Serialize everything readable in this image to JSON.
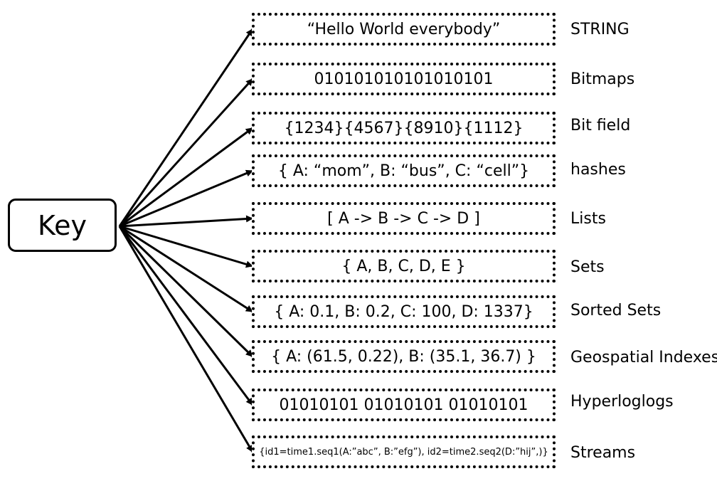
{
  "key": {
    "label": "Key"
  },
  "rows": [
    {
      "value": "“Hello World everybody”",
      "type": "STRING"
    },
    {
      "value": "010101010101010101",
      "type": "Bitmaps"
    },
    {
      "value": "{1234}{4567}{8910}{1112}",
      "type": "Bit field"
    },
    {
      "value": "{ A: “mom”, B: “bus”, C: “cell”}",
      "type": "hashes"
    },
    {
      "value": "[ A -> B -> C -> D ]",
      "type": "Lists"
    },
    {
      "value": "{ A, B, C, D, E }",
      "type": "Sets"
    },
    {
      "value": "{ A: 0.1, B: 0.2, C: 100, D: 1337}",
      "type": "Sorted Sets"
    },
    {
      "value": "{ A: (61.5, 0.22), B: (35.1, 36.7) }",
      "type": "Geospatial Indexes"
    },
    {
      "value": "01010101 01010101 01010101",
      "type": "Hyperloglogs"
    },
    {
      "value": "{id1=time1.seq1(A:”abc”,  B:”efg”), id2=time2.seq2(D:”hij”,)}",
      "type": "Streams"
    }
  ]
}
